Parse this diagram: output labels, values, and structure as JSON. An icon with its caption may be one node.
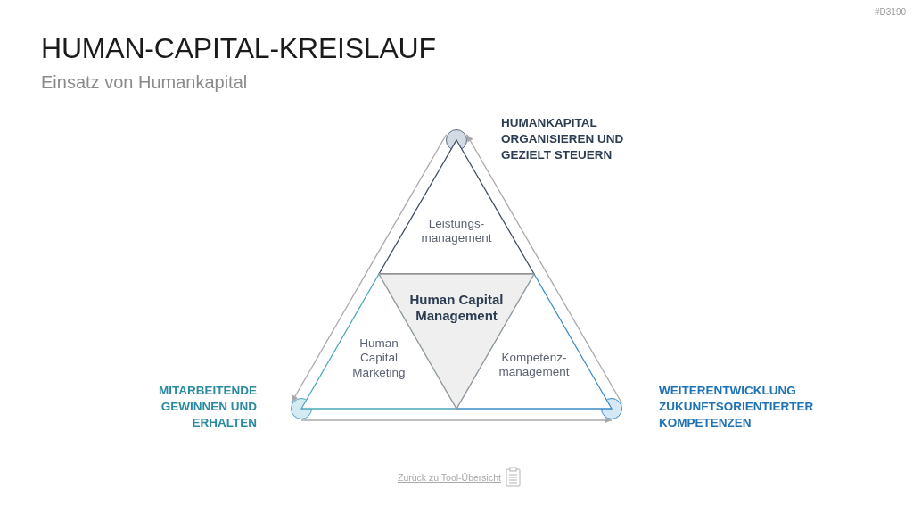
{
  "diagram": {
    "title": "HUMAN-CAPITAL-KREISLAUF",
    "nodes": [
      {
        "text": [],
        "shape": "circle"
      },
      {
        "text": [
          "Leistungs- management"
        ]
      },
      {
        "text": [
          "Human Capital Management"
        ]
      },
      {
        "text": [
          "Human Capital Marketing"
        ]
      },
      {
        "text": [
          "Kompetenz- management"
        ]
      },
      {
        "text": [],
        "shape": "circle"
      },
      {
        "text": [],
        "shape": "circle"
      }
    ],
    "edges": [
      {
        "from": 0,
        "to": 5,
        "arrow": "to"
      },
      {
        "from": 5,
        "to": 6,
        "arrow": "to"
      },
      {
        "from": 6,
        "to": 0,
        "arrow": "to"
      }
    ],
    "labels": [
      "#D3190",
      "Einsatz von Humankapital",
      "HUMANKAPITAL ORGANISIEREN UND GEZIELT STEUERN",
      "MITARBEITENDE GEWINNEN UND ERHALTEN",
      "WEITERENTWICKLUNG ZUKUNFTSORIENTIERTER KOMPETENZEN",
      "Zurück zu Tool-Übersicht"
    ]
  }
}
